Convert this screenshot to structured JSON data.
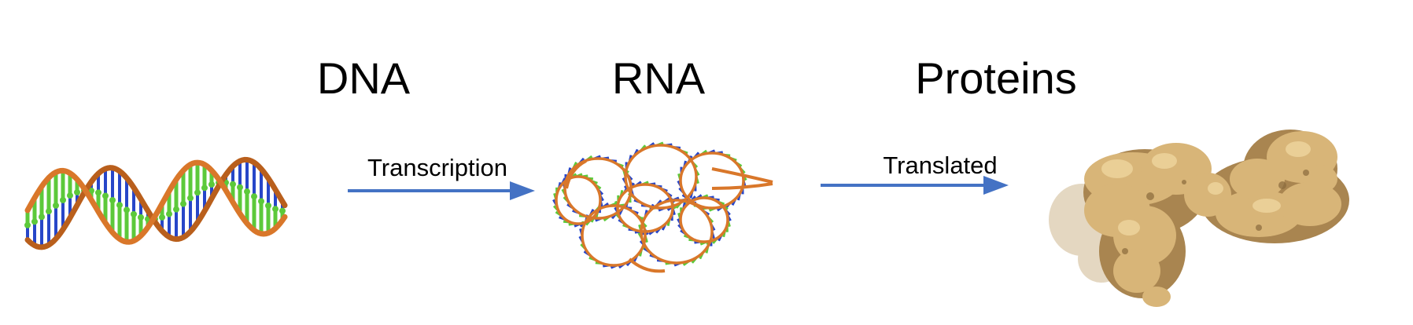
{
  "stages": {
    "dna": {
      "label": "DNA"
    },
    "rna": {
      "label": "RNA"
    },
    "proteins": {
      "label": "Proteins"
    }
  },
  "arrows": {
    "transcription": {
      "label": "Transcription"
    },
    "translated": {
      "label": "Translated"
    }
  },
  "colors": {
    "arrow": "#4472c4",
    "backbone": "#d9772a",
    "base_green": "#5cc93a",
    "base_blue": "#2746c8",
    "protein_surface": "#d8b578",
    "protein_shadow": "#a98550"
  }
}
